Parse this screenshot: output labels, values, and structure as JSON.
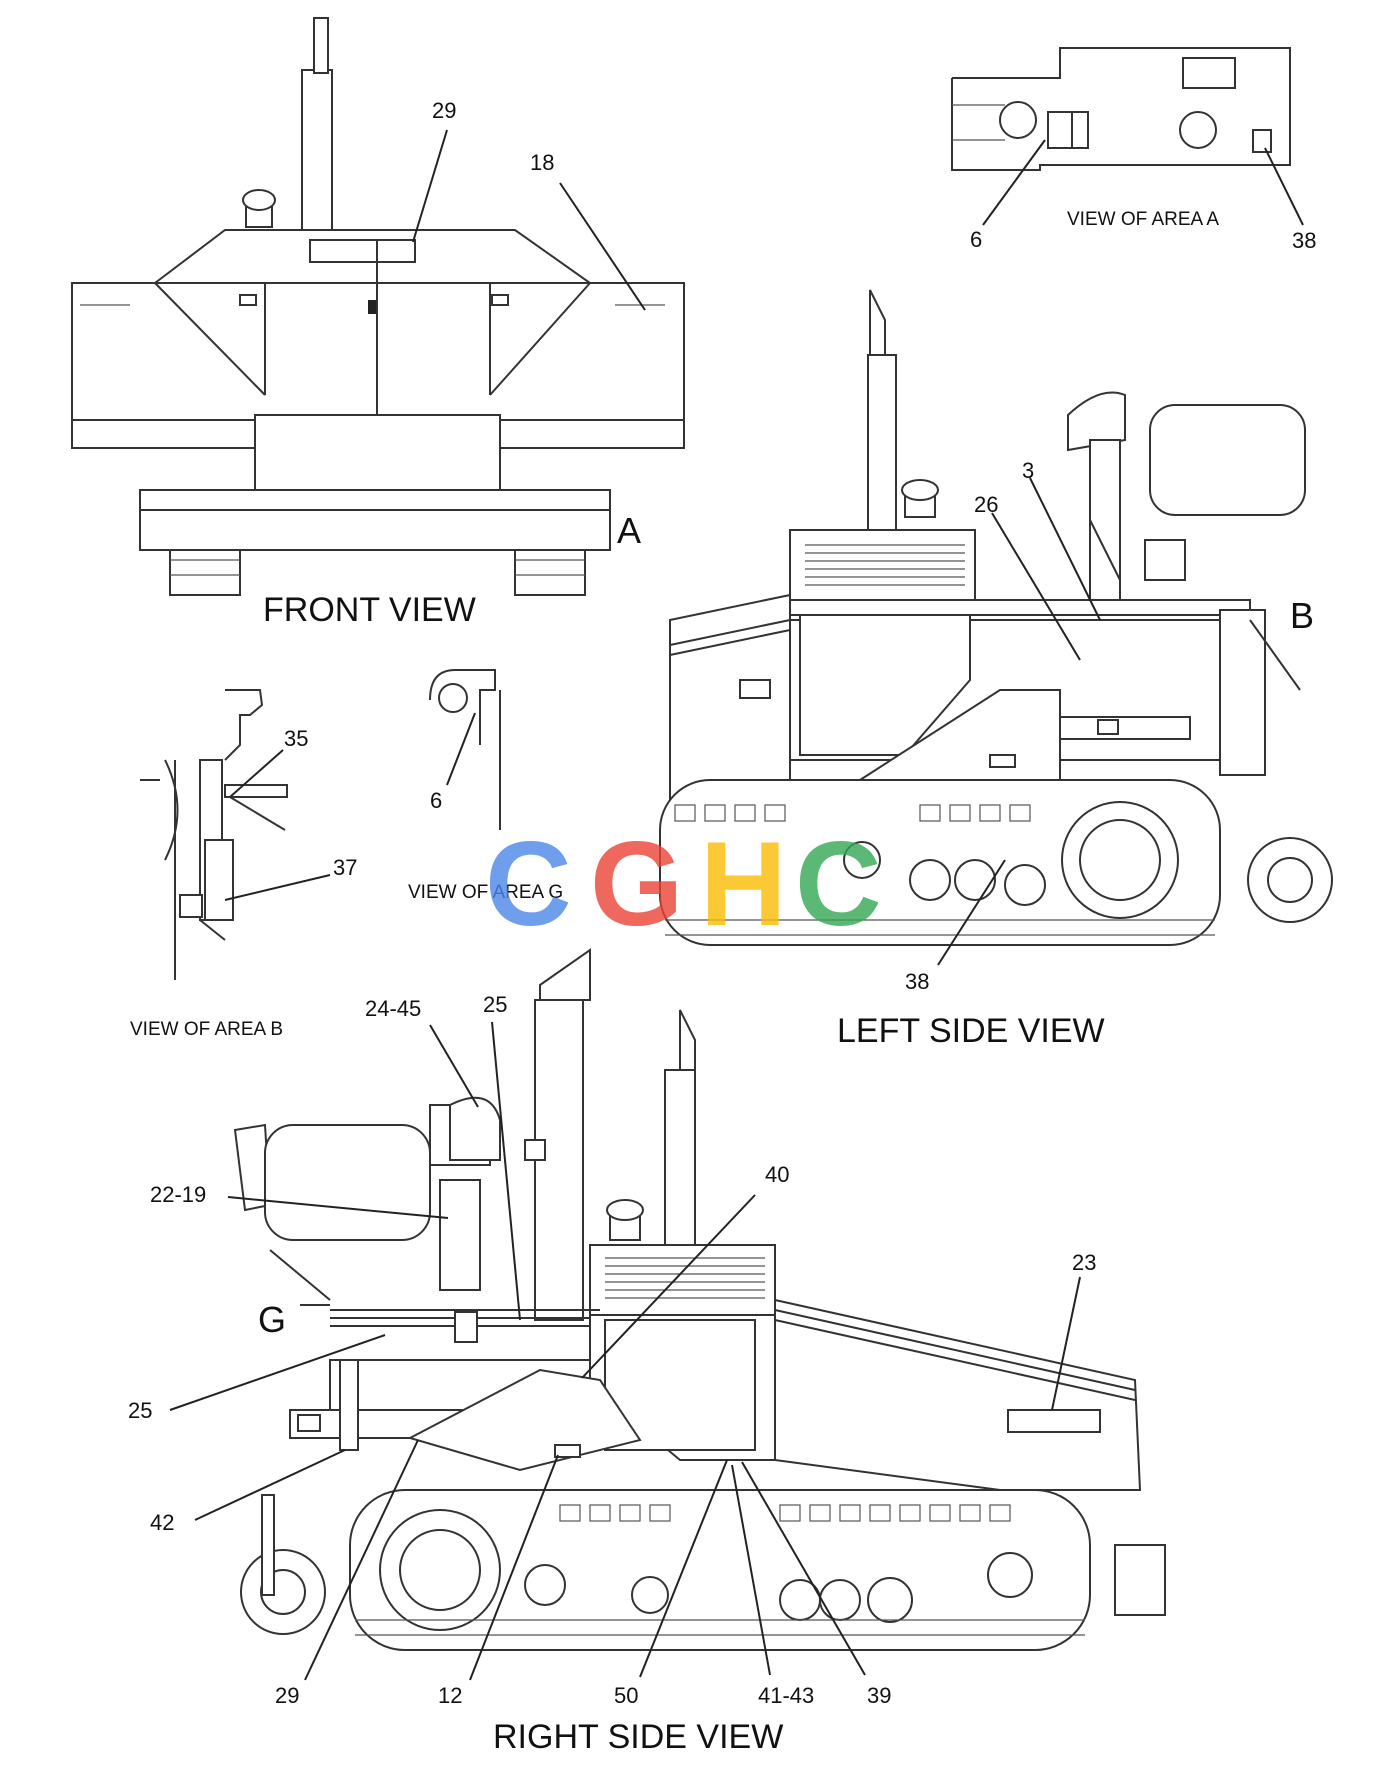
{
  "views": {
    "front": "FRONT VIEW",
    "left": "LEFT SIDE VIEW",
    "right": "RIGHT SIDE VIEW",
    "area_a": "VIEW OF AREA A",
    "area_b": "VIEW OF AREA B",
    "area_g": "VIEW OF AREA G"
  },
  "area_markers": {
    "a": "A",
    "b": "B",
    "g": "G"
  },
  "callouts": {
    "front_29": "29",
    "front_18": "18",
    "a_6": "6",
    "a_38": "38",
    "left_3": "3",
    "left_26": "26",
    "left_38": "38",
    "b_35": "35",
    "b_37": "37",
    "g_6": "6",
    "r_24_45": "24-45",
    "r_25_top": "25",
    "r_40": "40",
    "r_22_19": "22-19",
    "r_23": "23",
    "r_25_left": "25",
    "r_42": "42",
    "r_29": "29",
    "r_12": "12",
    "r_50": "50",
    "r_41_43": "41-43",
    "r_39": "39"
  },
  "watermark": {
    "c1": "C",
    "g": "G",
    "h": "H",
    "c2": "C"
  },
  "colors": {
    "line": "#333333",
    "wm_blue": "#4a86e8",
    "wm_red": "#ea4335",
    "wm_yellow": "#fbbc05",
    "wm_green": "#34a853"
  }
}
